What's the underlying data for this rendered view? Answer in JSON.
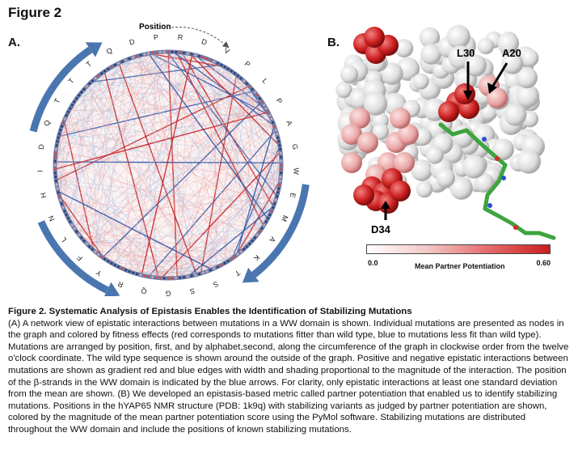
{
  "figure_title": "Figure 2",
  "panel_a_label": "A.",
  "panel_b_label": "B.",
  "position_label": "Position",
  "sequence": [
    "R",
    "D",
    "V",
    "P",
    "L",
    "P",
    "A",
    "G",
    "W",
    "E",
    "M",
    "A",
    "K",
    "T",
    "S",
    "S",
    "G",
    "Q",
    "R",
    "Y",
    "F",
    "L",
    "N",
    "H",
    "I",
    "D",
    "Q",
    "T",
    "T",
    "T",
    "Q",
    "D",
    "P"
  ],
  "structure_labels": {
    "l30": "L30",
    "a20": "A20",
    "d34": "D34"
  },
  "colorbar": {
    "min": "0.0",
    "max": "0.60",
    "title": "Mean Partner Potentiation"
  },
  "colors": {
    "strand_blue": "#4a76b0",
    "positive": "#d23b3b",
    "negative": "#5a82c4",
    "sphere_white": "#e6e6e6",
    "sphere_red": "#c81e1e",
    "ligand_green": "#3ea43e"
  },
  "caption": {
    "title": "Figure 2.  Systematic Analysis of Epistasis Enables the Identification of Stabilizing Mutations",
    "body": "(A) A network view of epistatic interactions between mutations in a WW domain is shown. Individual mutations are presented as nodes in the graph and colored by fitness effects (red corresponds to mutations fitter than wild type, blue to mutations less fit than wild type). Mutations are arranged by position, first, and by alphabet,second, along the circumference of the graph in clockwise order from the twelve o'clock coordinate. The wild type sequence is shown around the outside of the graph. Positive and negative epistatic interactions between mutations are shown as gradient red and blue edges with width and shading proportional to the magnitude of the interaction. The position of the β-strands in the WW domain is indicated by the blue arrows. For clarity, only epistatic interactions at least one standard deviation from the mean are shown. (B) We developed an epistasis-based metric called partner potentiation that enabled us to identify stabilizing mutations.  Positions in the hYAP65 NMR structure (PDB: 1k9q) with stabilizing variants as judged by partner potentiation are shown, colored by the magnitude of the mean partner potentiation score using the PyMol software. Stabilizing mutations are distributed throughout the WW domain and include the positions of known stabilizing mutations."
  }
}
